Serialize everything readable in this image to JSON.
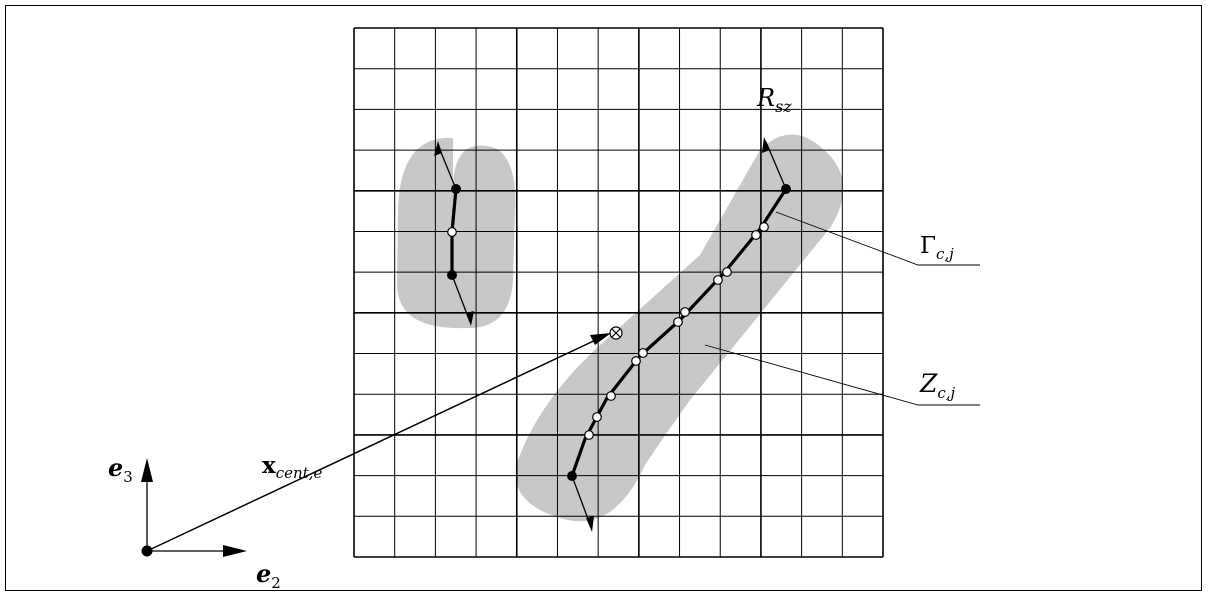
{
  "figure": {
    "labels": {
      "radius": {
        "main": "R",
        "sub": "sz"
      },
      "curve": {
        "main": "Γ",
        "sub": "c,j"
      },
      "zone": {
        "main": "Z",
        "sub": "c,j"
      },
      "position_vector": {
        "main": "x",
        "sub": "cent,e"
      },
      "axis_vertical": {
        "main": "e",
        "sub": "3"
      },
      "axis_horizontal": {
        "main": "e",
        "sub": "2"
      }
    },
    "colors": {
      "zone_fill": "#c8c8c8",
      "lines": "#000000",
      "background": "#ffffff"
    },
    "symbols": {
      "end_node": "filled-circle",
      "inner_node": "open-circle",
      "element_center": "circle-cross"
    }
  }
}
